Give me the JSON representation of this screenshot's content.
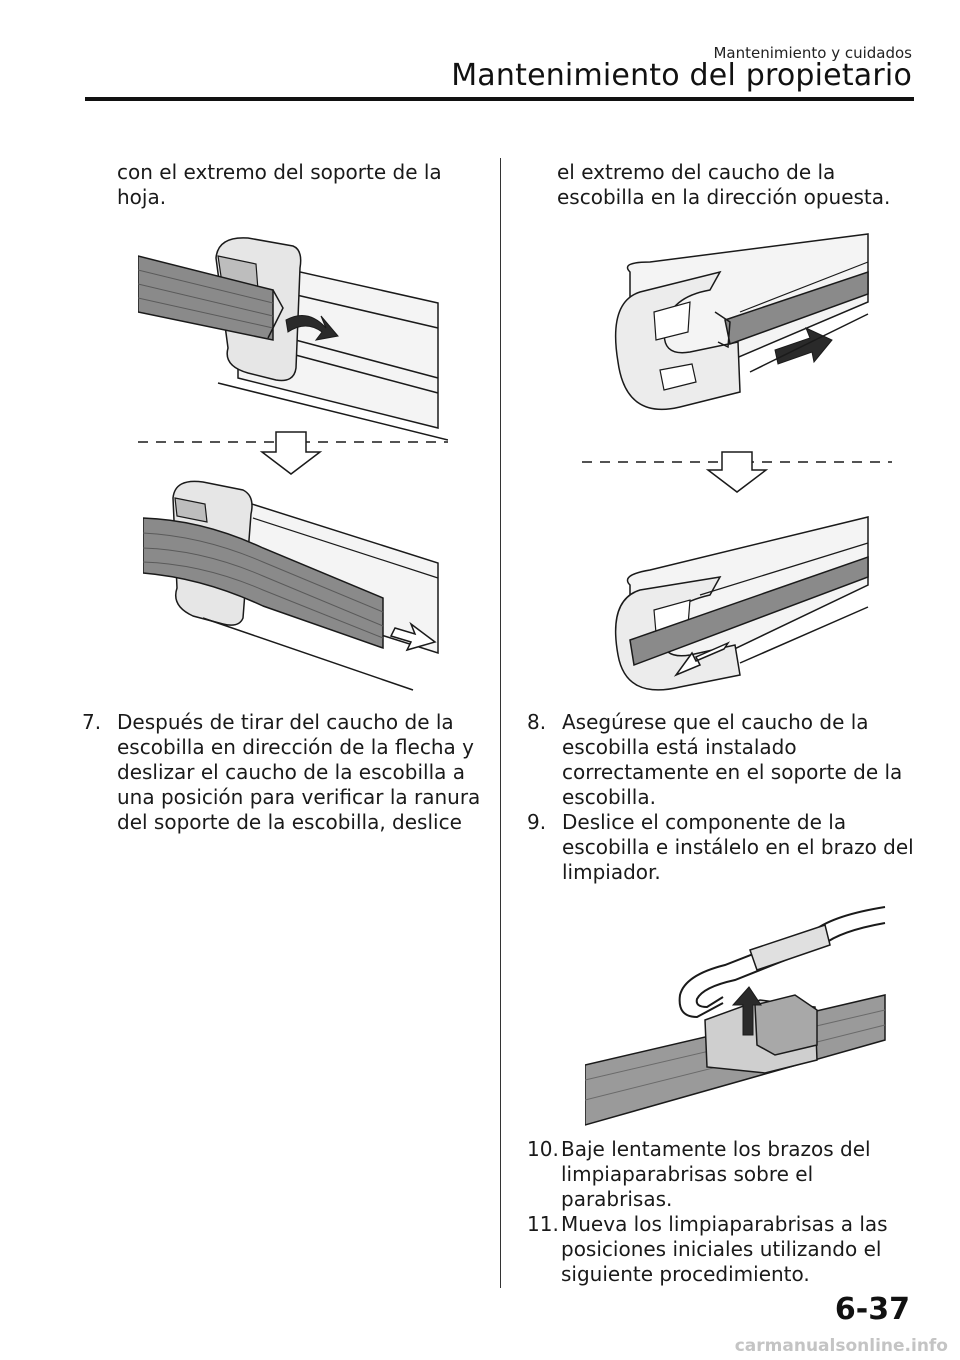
{
  "header": {
    "section": "Mantenimiento y cuidados",
    "title": "Mantenimiento del propietario"
  },
  "left": {
    "continuation": [
      "con el extremo del soporte de la",
      "hoja."
    ],
    "step7": {
      "num": "7.",
      "lines": [
        "Después de tirar del caucho de la",
        "escobilla en dirección de la flecha y",
        "deslizar el caucho de la escobilla a",
        "una posición para verificar la ranura",
        "del soporte de la escobilla, deslice"
      ]
    }
  },
  "right": {
    "continuation": [
      "el extremo del caucho de la",
      "escobilla en la dirección opuesta."
    ],
    "step8": {
      "num": "8.",
      "lines": [
        "Asegúrese que el caucho de la",
        "escobilla está instalado",
        "correctamente en el soporte de la",
        "escobilla."
      ]
    },
    "step9": {
      "num": "9.",
      "lines": [
        "Deslice el componente de la",
        "escobilla e instálelo en el brazo del",
        "limpiador."
      ]
    },
    "step10": {
      "num": "10.",
      "lines": [
        "Baje lentamente los brazos del",
        "limpiaparabrisas sobre el",
        "parabrisas."
      ]
    },
    "step11": {
      "num": "11.",
      "lines": [
        "Mueva los limpiaparabrisas a las",
        "posiciones iniciales utilizando el",
        "siguiente procedimiento."
      ]
    }
  },
  "footer": {
    "page_number": "6-37",
    "watermark": "carmanualsonline.info"
  },
  "colors": {
    "ink": "#1a1a1a",
    "rubber_gray": "#8a8a8a",
    "light_gray": "#d8d8d8",
    "arrow_dark": "#2a2a2a"
  }
}
